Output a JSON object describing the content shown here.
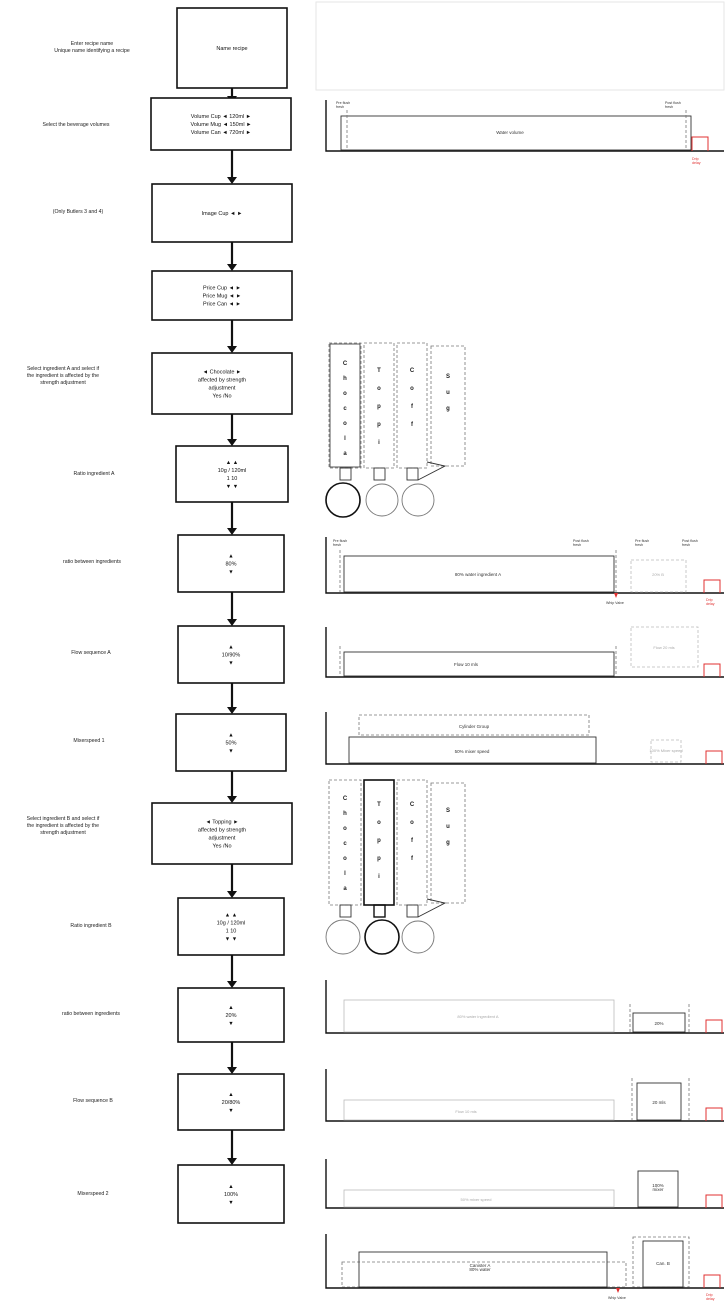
{
  "flow": {
    "boxes": [
      {
        "label": "Enter recipe name\nUnique name identifying a recipe",
        "lines": [
          "Name recipe"
        ]
      },
      {
        "label": "Select the beverage volumes",
        "lines": [
          "Volume Cup  ◄  120ml  ►",
          "Volume Mug  ◄  150ml  ►",
          "Volume Can  ◄  720ml  ►"
        ]
      },
      {
        "label": "(Only Butlers 3 and 4)",
        "lines": [
          "Image Cup  ◄  ►"
        ]
      },
      {
        "label": "",
        "lines": [
          "Price Cup  ◄  ►",
          "Price Mug  ◄  ►",
          "Price Can  ◄  ►"
        ]
      },
      {
        "label": "Select ingredient A and select if\nthe ingredient is affected by the\nstrength adjustment",
        "lines": [
          "◄ Chocolate ►",
          "affected by strength",
          "adjustment",
          "Yes /No"
        ]
      },
      {
        "label": "Ratio ingredient A",
        "lines": [
          "▲            ▲",
          "10g /  120ml",
          "1          10",
          "▼            ▼"
        ]
      },
      {
        "label": "ratio between ingredients",
        "lines": [
          "▲",
          "80%",
          "▼"
        ]
      },
      {
        "label": "Flow sequence A",
        "lines": [
          "▲",
          "10/90%",
          "▼"
        ]
      },
      {
        "label": "Mixerspeed 1",
        "lines": [
          "▲",
          "50%",
          "▼"
        ]
      },
      {
        "label": "Select ingredient B and select if\nthe ingredient is affected by the\nstrength adjustment",
        "lines": [
          "◄ Topping ►",
          "affected by strength",
          "adjustment",
          "Yes /No"
        ]
      },
      {
        "label": "Ratio ingredient B",
        "lines": [
          "▲            ▲",
          "10g /  120ml",
          "1          10",
          "▼            ▼"
        ]
      },
      {
        "label": "ratio between ingredients",
        "lines": [
          "▲",
          "20%",
          "▼"
        ]
      },
      {
        "label": "Flow sequence B",
        "lines": [
          "▲",
          "20/80%",
          "▼"
        ]
      },
      {
        "label": "Mixerspeed 2",
        "lines": [
          "▲",
          "100%",
          "▼"
        ]
      }
    ]
  },
  "timelines": {
    "volume": {
      "left": "Pre flush\nfresh",
      "right": "Post flush\nfresh",
      "center": "Water volume",
      "red": "Drip\ndelay"
    },
    "ratio_a": {
      "l1": "Pre flush\nfresh",
      "l2": "Post flush\nfresh",
      "l3": "Pre flush\nfresh",
      "l4": "Post flush\nfresh",
      "center": "80% water ingredient A",
      "ghost": "20% B",
      "marker": "Whip Valve",
      "red": "Drip\ndelay"
    },
    "flow_a": {
      "center": "Flow 10 mls",
      "ghost": "Flow 20 mls"
    },
    "mixer_a": {
      "upper": "Cylinder Group",
      "lower": "50% mixer speed",
      "ghost": "100% Mixer speed"
    },
    "ratio_b": {
      "ghost": "80% water ingredient A",
      "box": "20%"
    },
    "flow_b": {
      "ghost": "Flow 10 mls",
      "box": "20 mls"
    },
    "mixer_b": {
      "ghost": "50% mixer speed",
      "box": "100%\nmixer"
    },
    "combined": {
      "center": "Canister A\n80% water",
      "box": "Can. B",
      "marker": "Whip Valve",
      "red": "Drip\ndelay"
    }
  },
  "canisters": {
    "names": [
      "Chocolate",
      "Topping",
      "Coffee",
      "Sugar"
    ]
  }
}
